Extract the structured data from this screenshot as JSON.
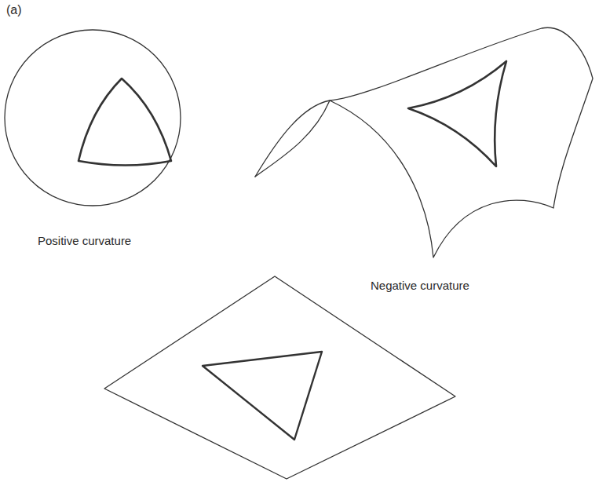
{
  "diagram": {
    "labels": [
      "(a)",
      "Positive curvature",
      "Negative curvature"
    ]
  }
}
